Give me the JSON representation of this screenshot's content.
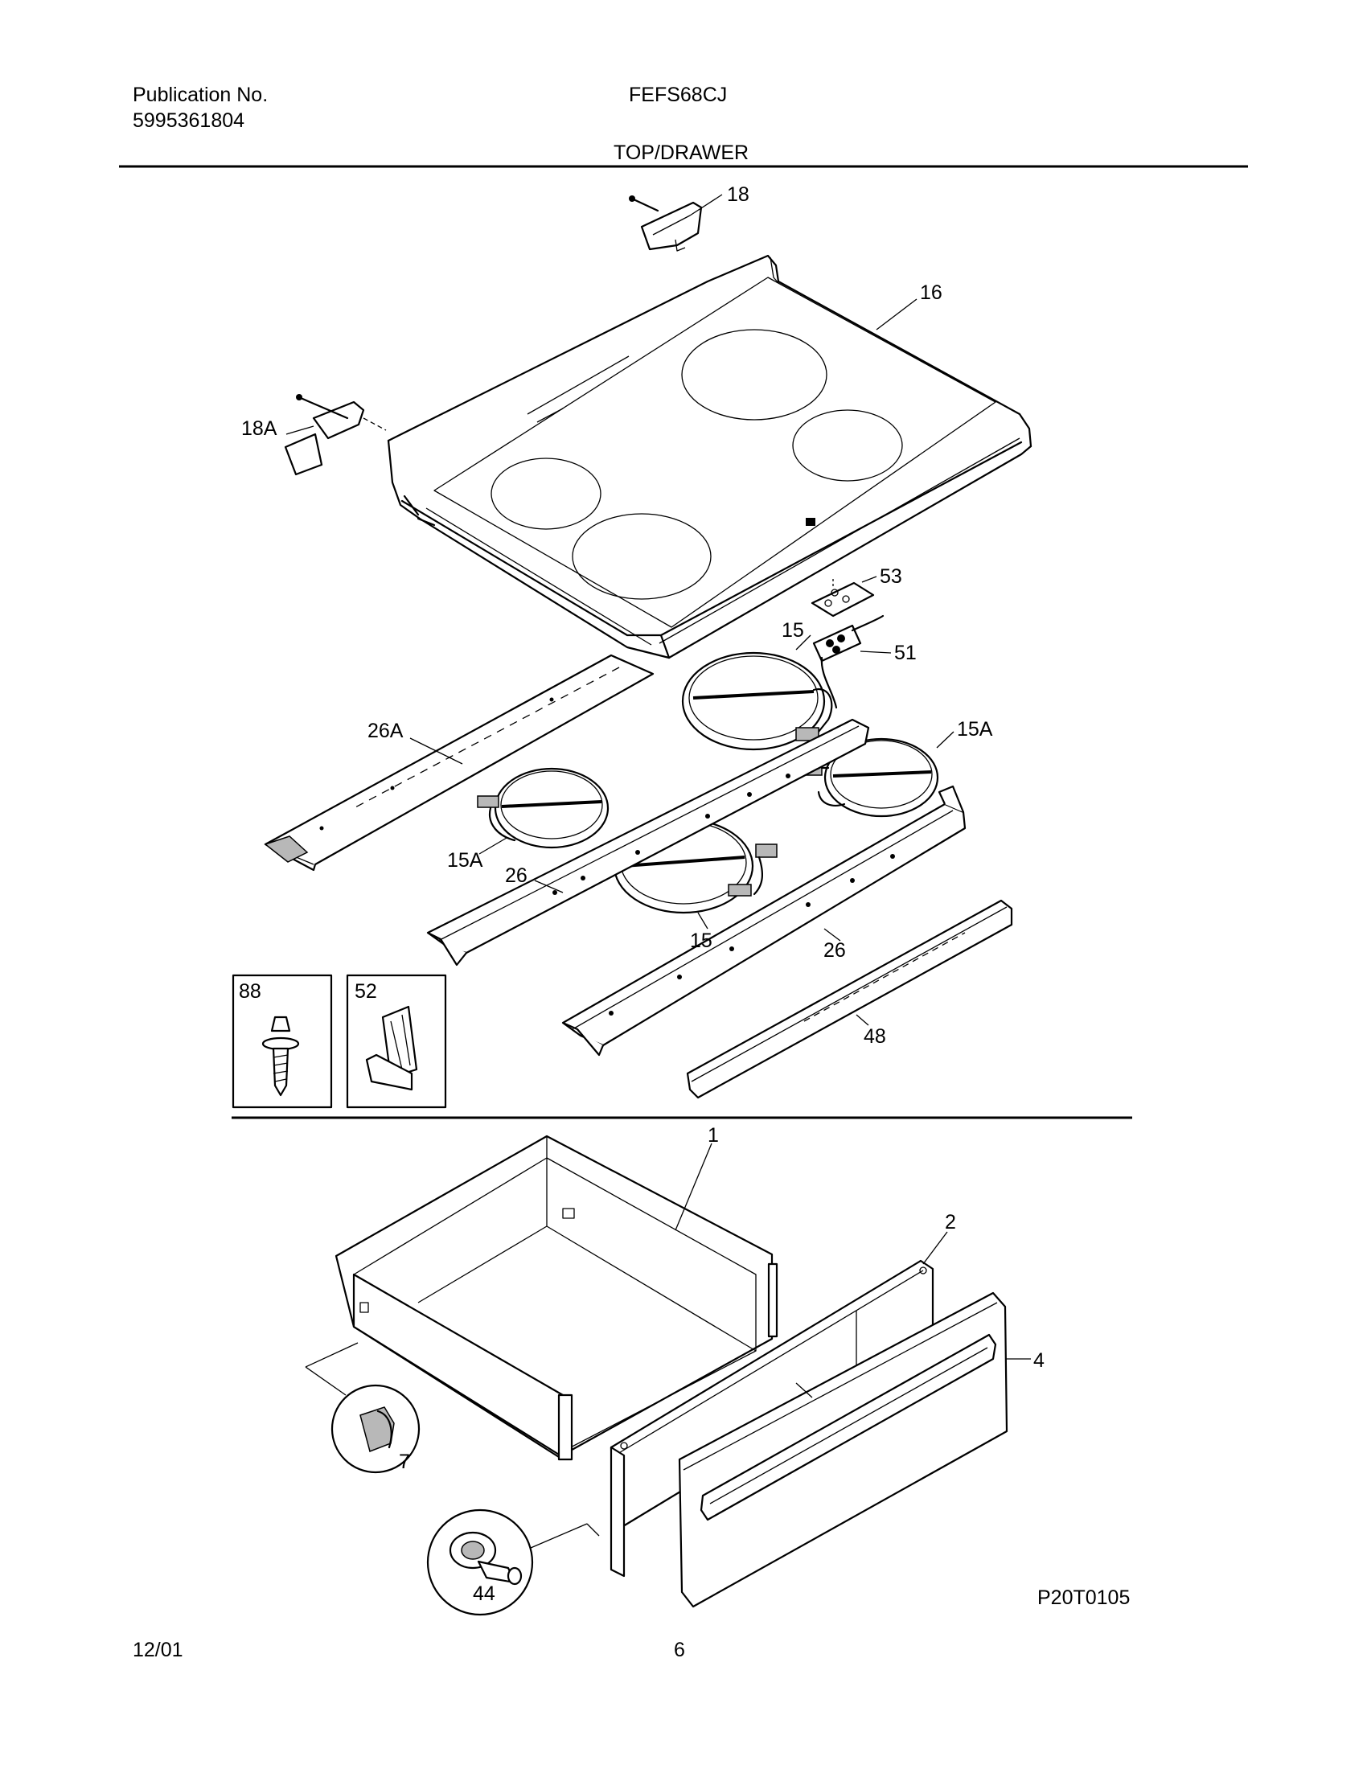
{
  "header": {
    "publication_label": "Publication No.",
    "publication_number": "5995361804",
    "model": "FEFS68CJ",
    "section_title": "TOP/DRAWER"
  },
  "callouts": {
    "c18": "18",
    "c16": "16",
    "c18A": "18A",
    "c53": "53",
    "c15_top": "15",
    "c51": "51",
    "c26A": "26A",
    "c15A_right": "15A",
    "c15A_left": "15A",
    "c26_left": "26",
    "c15_bottom": "15",
    "c26_right": "26",
    "c48": "48",
    "c1": "1",
    "c2": "2",
    "c4": "4",
    "c7": "7",
    "c44": "44"
  },
  "insets": {
    "i88": "88",
    "i52": "52"
  },
  "footer": {
    "figure_code": "P20T0105",
    "date": "12/01",
    "page": "6"
  }
}
